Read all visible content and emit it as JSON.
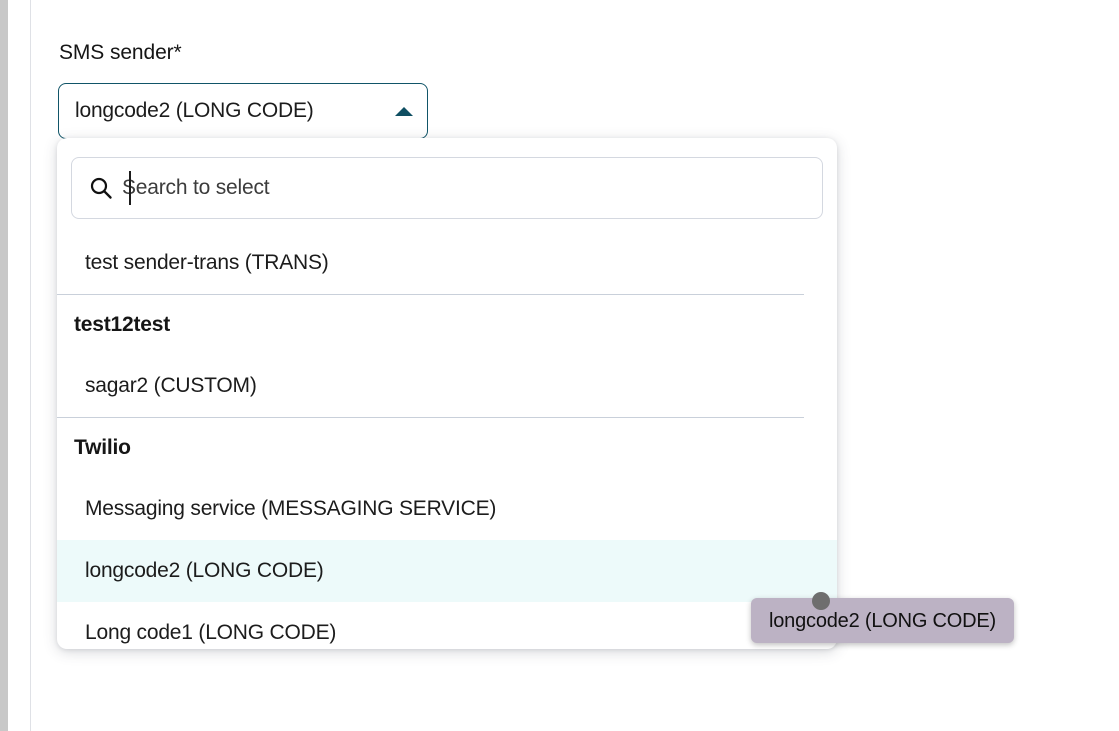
{
  "field": {
    "label": "SMS sender*",
    "selected_value": "longcode2 (LONG CODE)",
    "caret_icon": "caret-up-icon",
    "accent_color": "#115568"
  },
  "dropdown": {
    "search": {
      "placeholder": "Search to select",
      "value": "",
      "icon": "search-icon"
    },
    "options": [
      {
        "type": "option",
        "label": "test sender-trans (TRANS)",
        "selected": false
      },
      {
        "type": "divider"
      },
      {
        "type": "group",
        "label": "test12test"
      },
      {
        "type": "option",
        "label": "sagar2 (CUSTOM)",
        "selected": false
      },
      {
        "type": "divider"
      },
      {
        "type": "group",
        "label": "Twilio"
      },
      {
        "type": "option",
        "label": "Messaging service (MESSAGING SERVICE)",
        "selected": false
      },
      {
        "type": "option",
        "label": "longcode2 (LONG CODE)",
        "selected": true
      },
      {
        "type": "option",
        "label": "Long code1 (LONG CODE)",
        "selected": false
      }
    ],
    "selected_row_color": "#edfafa",
    "scrollbar": {
      "visible": true
    }
  },
  "tooltip": {
    "text": "longcode2 (LONG CODE)",
    "background_color": "#bcb2c4"
  }
}
